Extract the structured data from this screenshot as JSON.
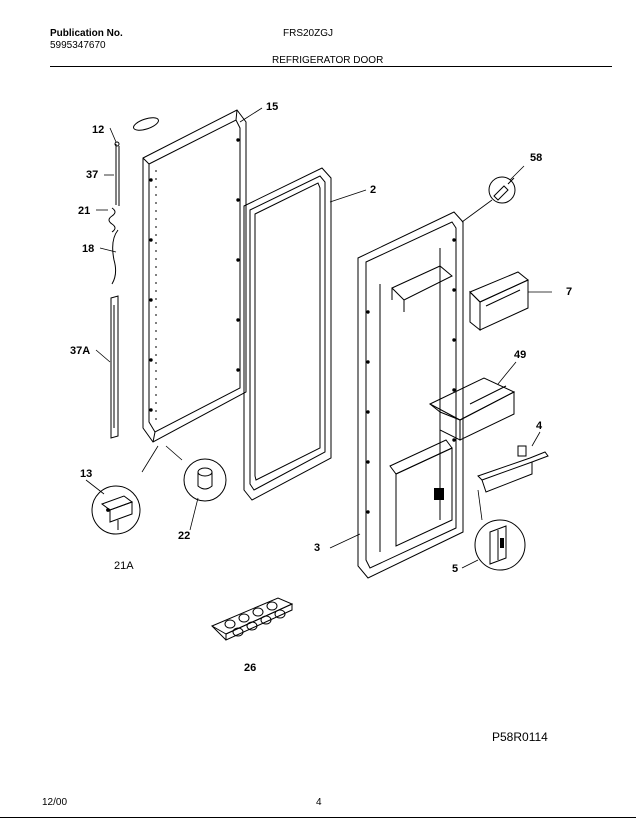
{
  "header": {
    "publication_label": "Publication No.",
    "publication_number": "5995347670",
    "model": "FRS20ZGJ",
    "section_title": "REFRIGERATOR DOOR"
  },
  "callouts": {
    "c15": "15",
    "c12": "12",
    "c37": "37",
    "c21": "21",
    "c18": "18",
    "c37a": "37A",
    "c2": "2",
    "c58": "58",
    "c7": "7",
    "c49": "49",
    "c4": "4",
    "c13": "13",
    "c22": "22",
    "c21a": "21A",
    "c3": "3",
    "c5": "5",
    "c26": "26"
  },
  "drawing_code": "P58R0114",
  "footer": {
    "date": "12/00",
    "page": "4"
  }
}
